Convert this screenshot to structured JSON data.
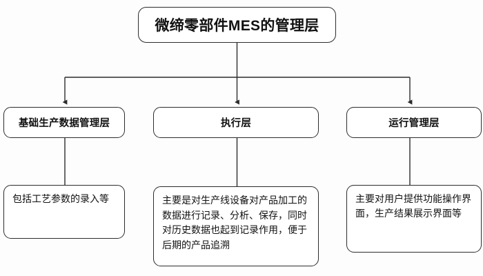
{
  "diagram": {
    "title_box": {
      "label": "微缔零部件MES的管理层"
    },
    "layers": [
      {
        "label": "基础生产数据管理层"
      },
      {
        "label": "执行层"
      },
      {
        "label": "运行管理层"
      }
    ],
    "details": [
      {
        "label": "包括工艺参数的录入等"
      },
      {
        "label": "主要是对生产线设备对产品加工的数据进行记录、分析、保存，同时对历史数据也起到记录作用，便于后期的产品追溯"
      },
      {
        "label": "主要对用户提供功能操作界面，生产结果展示界面等"
      }
    ],
    "colors": {
      "background": "#fdfdfd",
      "box_fill": "#ffffff",
      "box_border": "#2b2b2b",
      "connector": "#2b2b2b",
      "text": "#111111"
    }
  }
}
